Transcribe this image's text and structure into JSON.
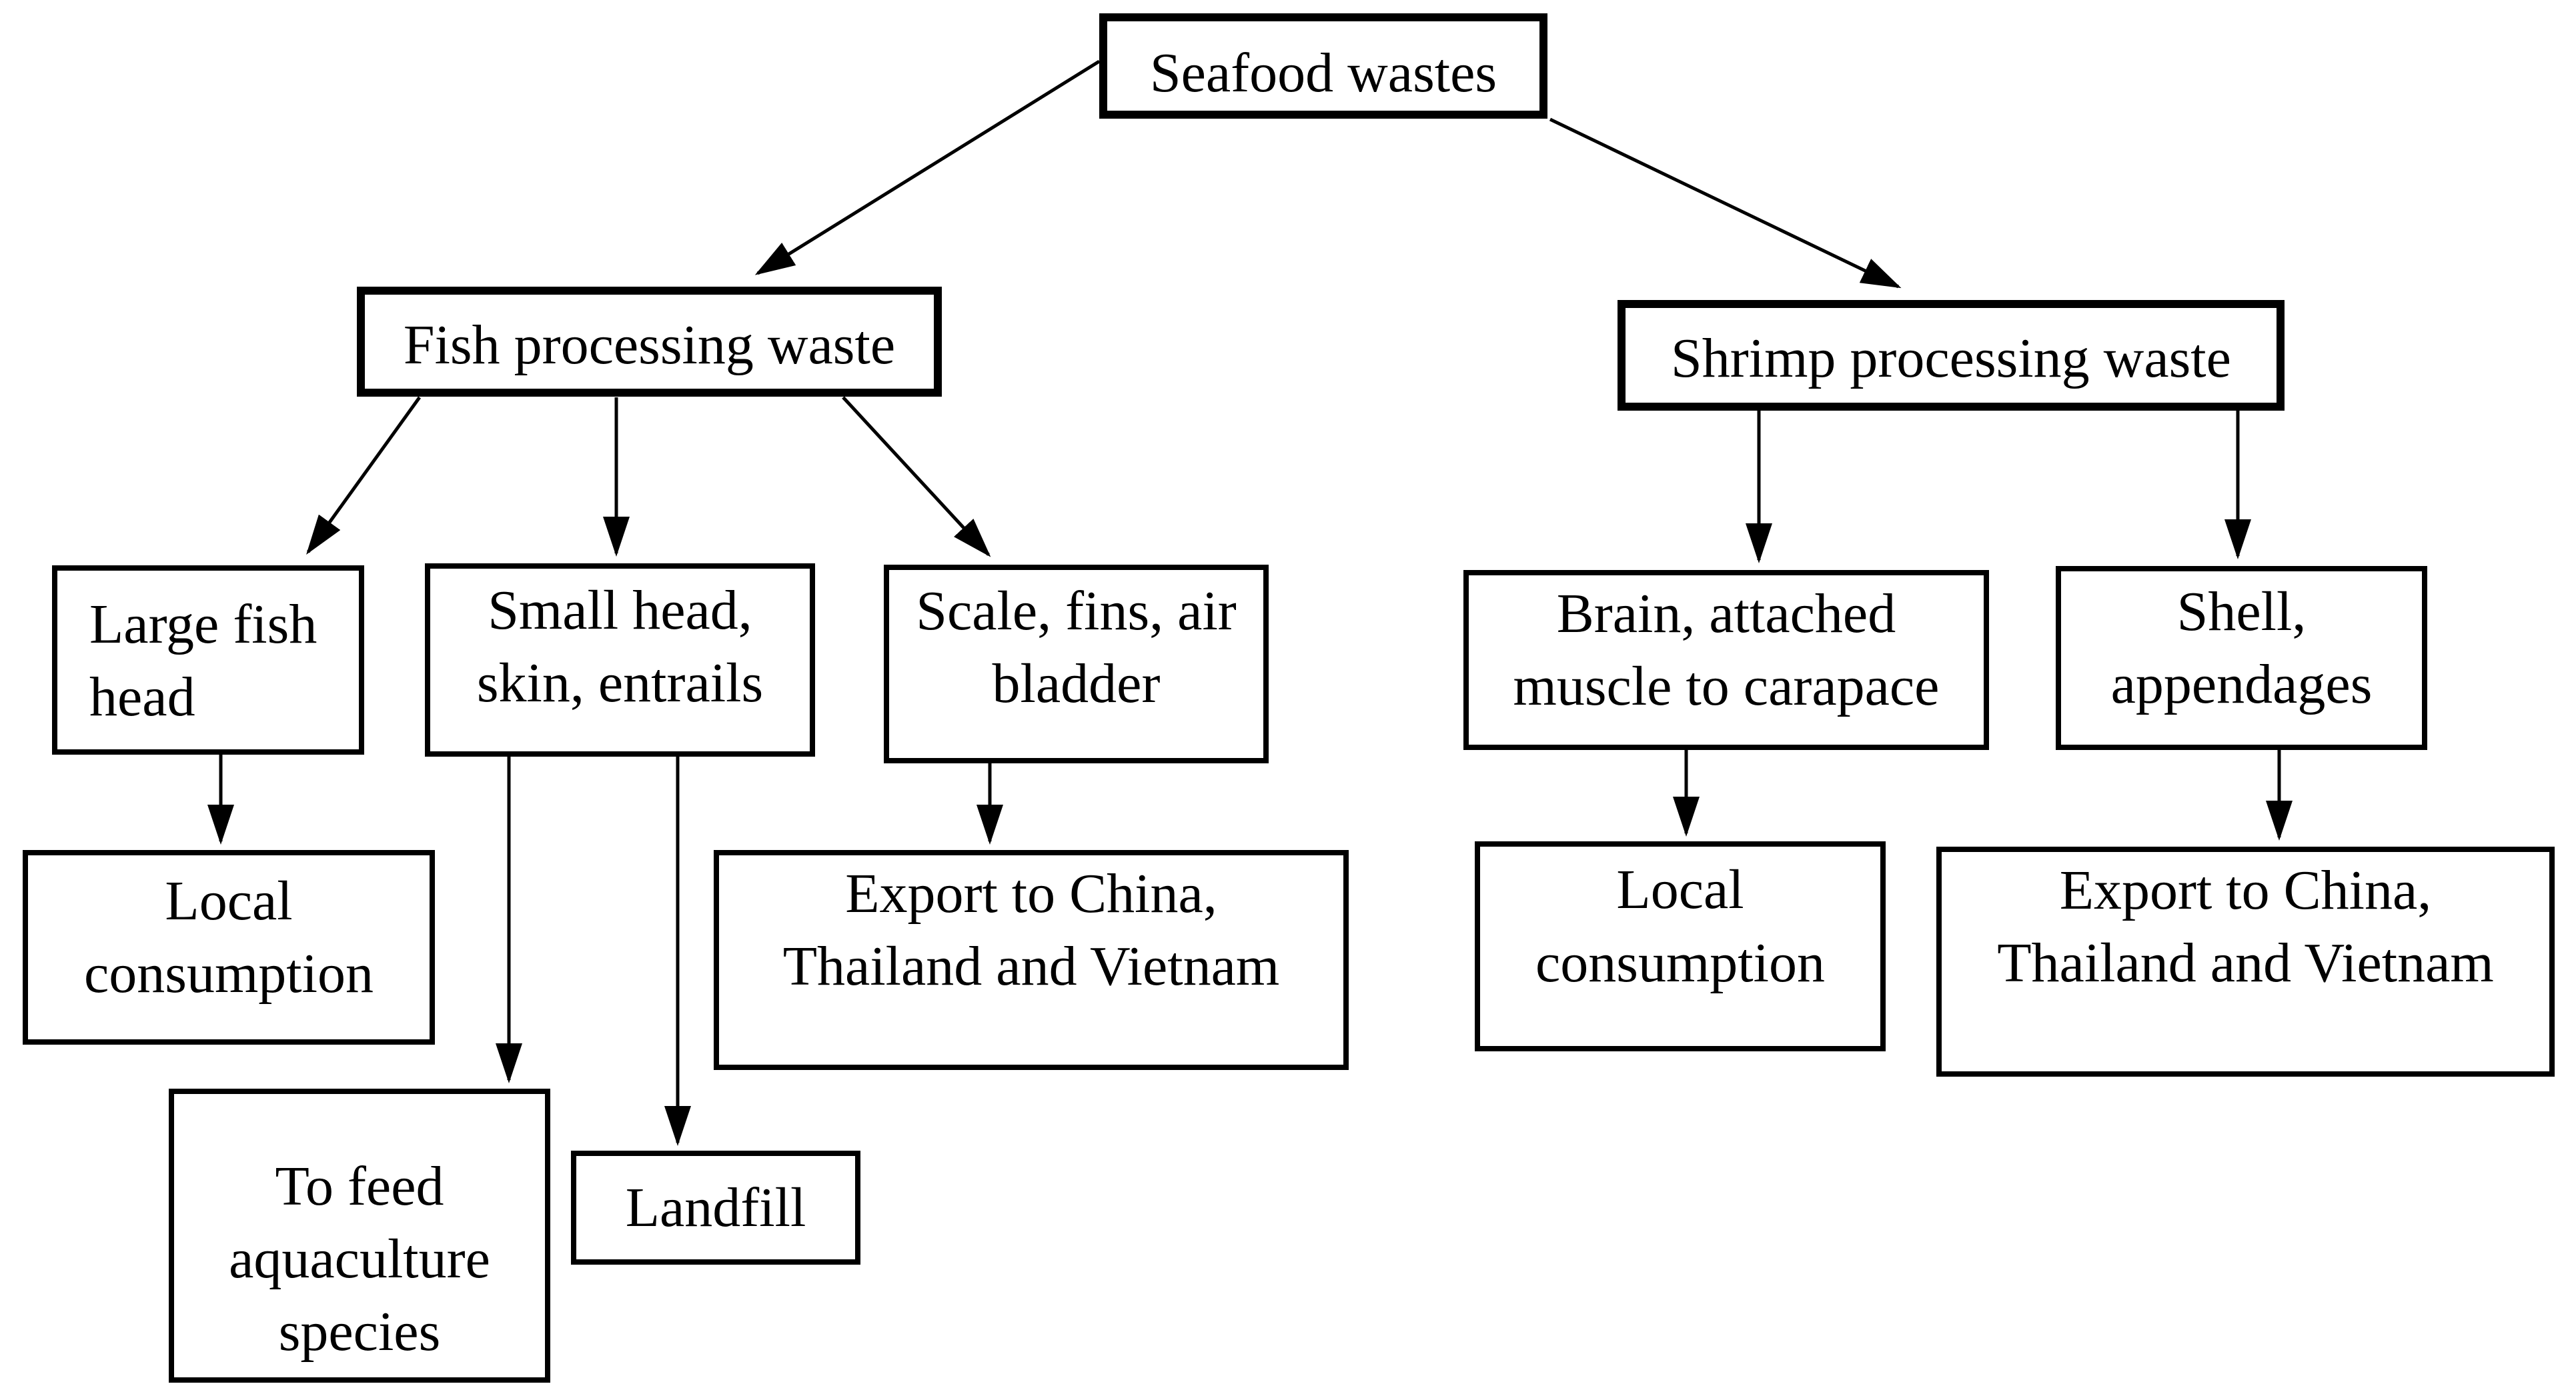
{
  "diagram": {
    "type": "flowchart",
    "colors": {
      "background": "#ffffff",
      "line": "#000000",
      "box_border": "#000000",
      "box_fill": "#ffffff",
      "text": "#000000"
    },
    "nodes": {
      "seafood": {
        "label": "Seafood wastes"
      },
      "fish": {
        "label": "Fish processing waste"
      },
      "shrimp": {
        "label": "Shrimp processing waste"
      },
      "large_head": {
        "label": "Large fish\nhead"
      },
      "small_head": {
        "label": "Small head,\nskin, entrails"
      },
      "scale_fins": {
        "label": "Scale, fins, air\nbladder"
      },
      "brain_muscle": {
        "label": "Brain, attached\nmuscle to carapace"
      },
      "shell": {
        "label": "Shell,\nappendages"
      },
      "local_fish": {
        "label": "Local\nconsumption"
      },
      "export_fish": {
        "label": "Export to China,\nThailand and Vietnam"
      },
      "local_shrimp": {
        "label": "Local\nconsumption"
      },
      "export_shrimp": {
        "label": "Export to China,\nThailand and Vietnam"
      },
      "feed": {
        "label": "To feed\naquaculture\nspecies"
      },
      "landfill": {
        "label": "Landfill"
      }
    },
    "edges": [
      {
        "from": "seafood",
        "to": "fish"
      },
      {
        "from": "seafood",
        "to": "shrimp"
      },
      {
        "from": "fish",
        "to": "large_head"
      },
      {
        "from": "fish",
        "to": "small_head"
      },
      {
        "from": "fish",
        "to": "scale_fins"
      },
      {
        "from": "large_head",
        "to": "local_fish"
      },
      {
        "from": "small_head",
        "to": "feed"
      },
      {
        "from": "small_head",
        "to": "landfill"
      },
      {
        "from": "scale_fins",
        "to": "export_fish"
      },
      {
        "from": "shrimp",
        "to": "brain_muscle"
      },
      {
        "from": "shrimp",
        "to": "shell"
      },
      {
        "from": "brain_muscle",
        "to": "local_shrimp"
      },
      {
        "from": "shell",
        "to": "export_shrimp"
      }
    ]
  }
}
